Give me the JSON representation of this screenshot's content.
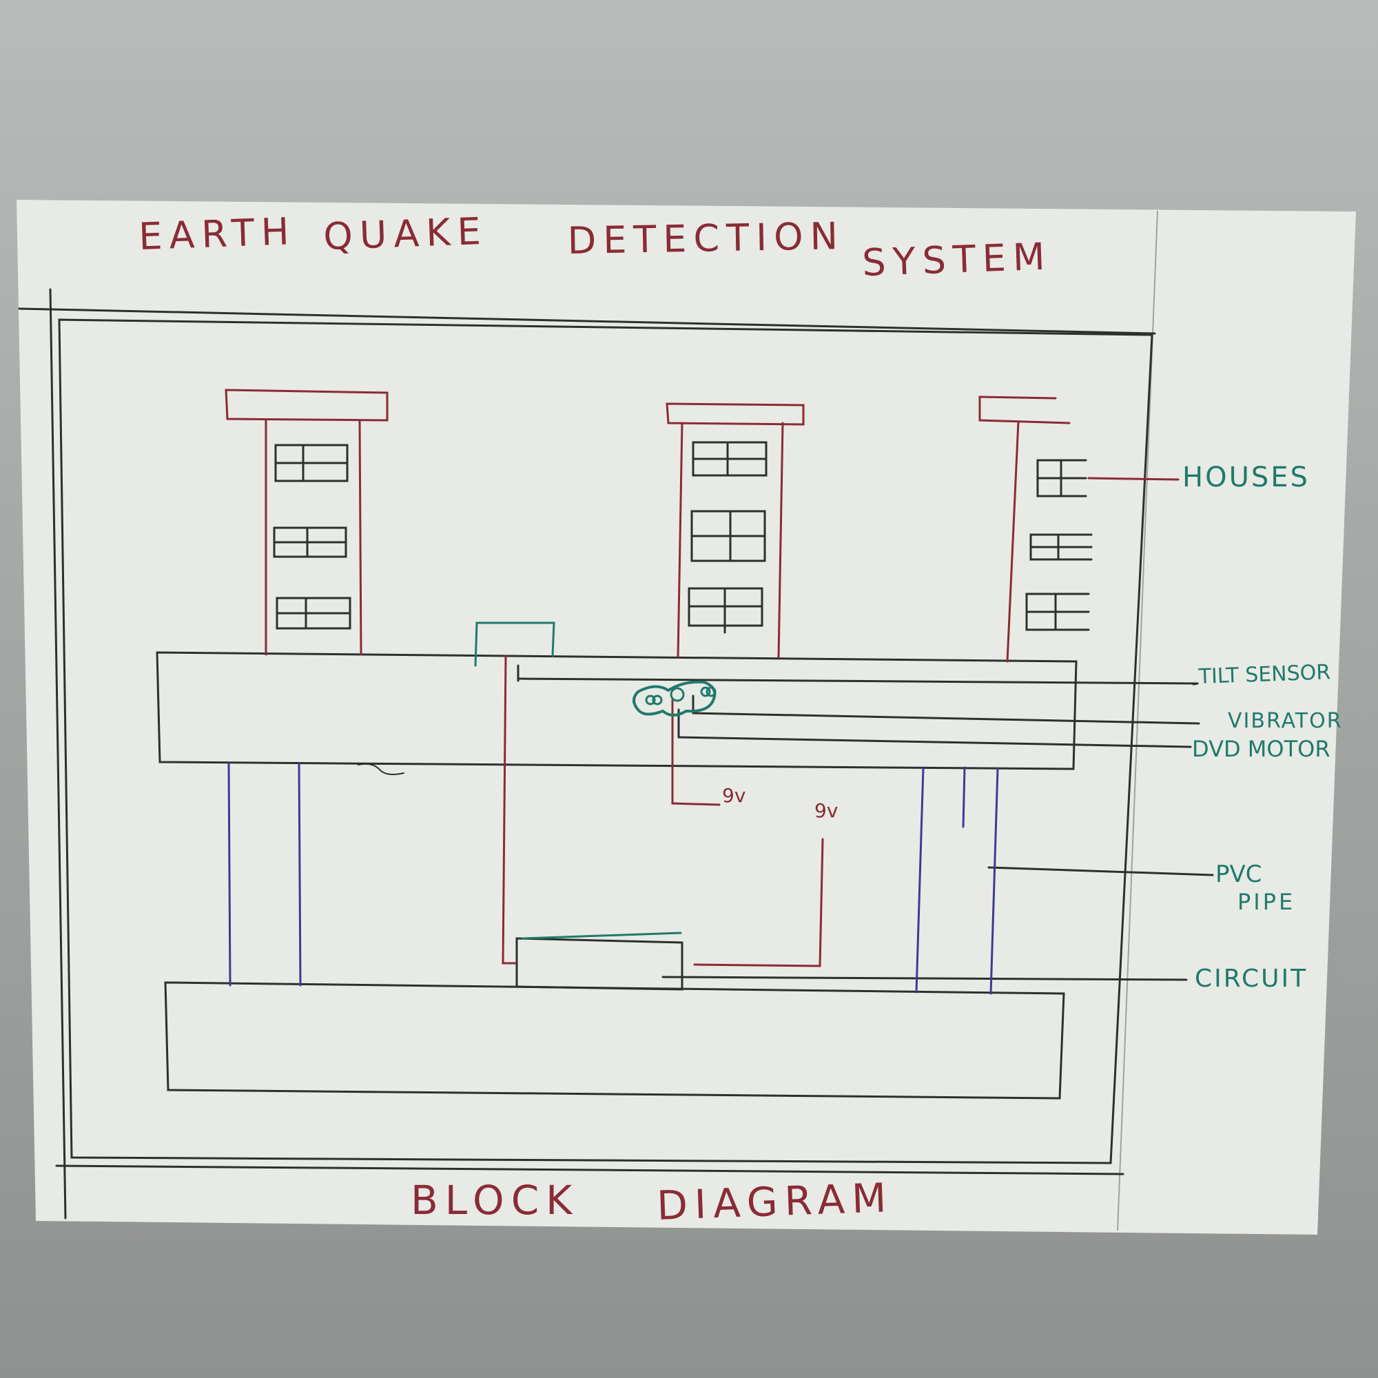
{
  "title": {
    "words": [
      "EARTH",
      "QUAKE",
      "DETECTION",
      "SYSTEM"
    ]
  },
  "footer": {
    "words": [
      "BLOCK",
      "DIAGRAM"
    ]
  },
  "labels": {
    "houses": "HOUSES",
    "tilt_sensor": "TILT SENSOR",
    "vibrator": "VIBRATOR",
    "dvd_motor": "DVD MOTOR",
    "pvc_pipe_line1": "PVC",
    "pvc_pipe_line2": "PIPE",
    "circuit": "CIRCUIT",
    "voltage_1": "9v",
    "voltage_2": "9v"
  },
  "colors": {
    "ink_black": "#2c302e",
    "ink_maroon": "#8a2b36",
    "ink_teal": "#1f7a6b",
    "ink_blue": "#3c3a96",
    "paper": "#e9ebe6"
  }
}
